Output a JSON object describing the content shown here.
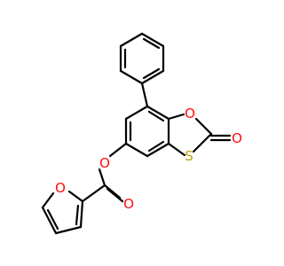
{
  "atoms": {
    "o_furan": "O",
    "o_ester_single": "O",
    "o_ester_double": "O",
    "o_ring": "O",
    "o_carbonyl": "O",
    "s_ring": "S"
  },
  "colors": {
    "bond": "#000000",
    "oxygen": "#ff0d0d",
    "sulfur": "#b8a400",
    "background": "#ffffff"
  }
}
